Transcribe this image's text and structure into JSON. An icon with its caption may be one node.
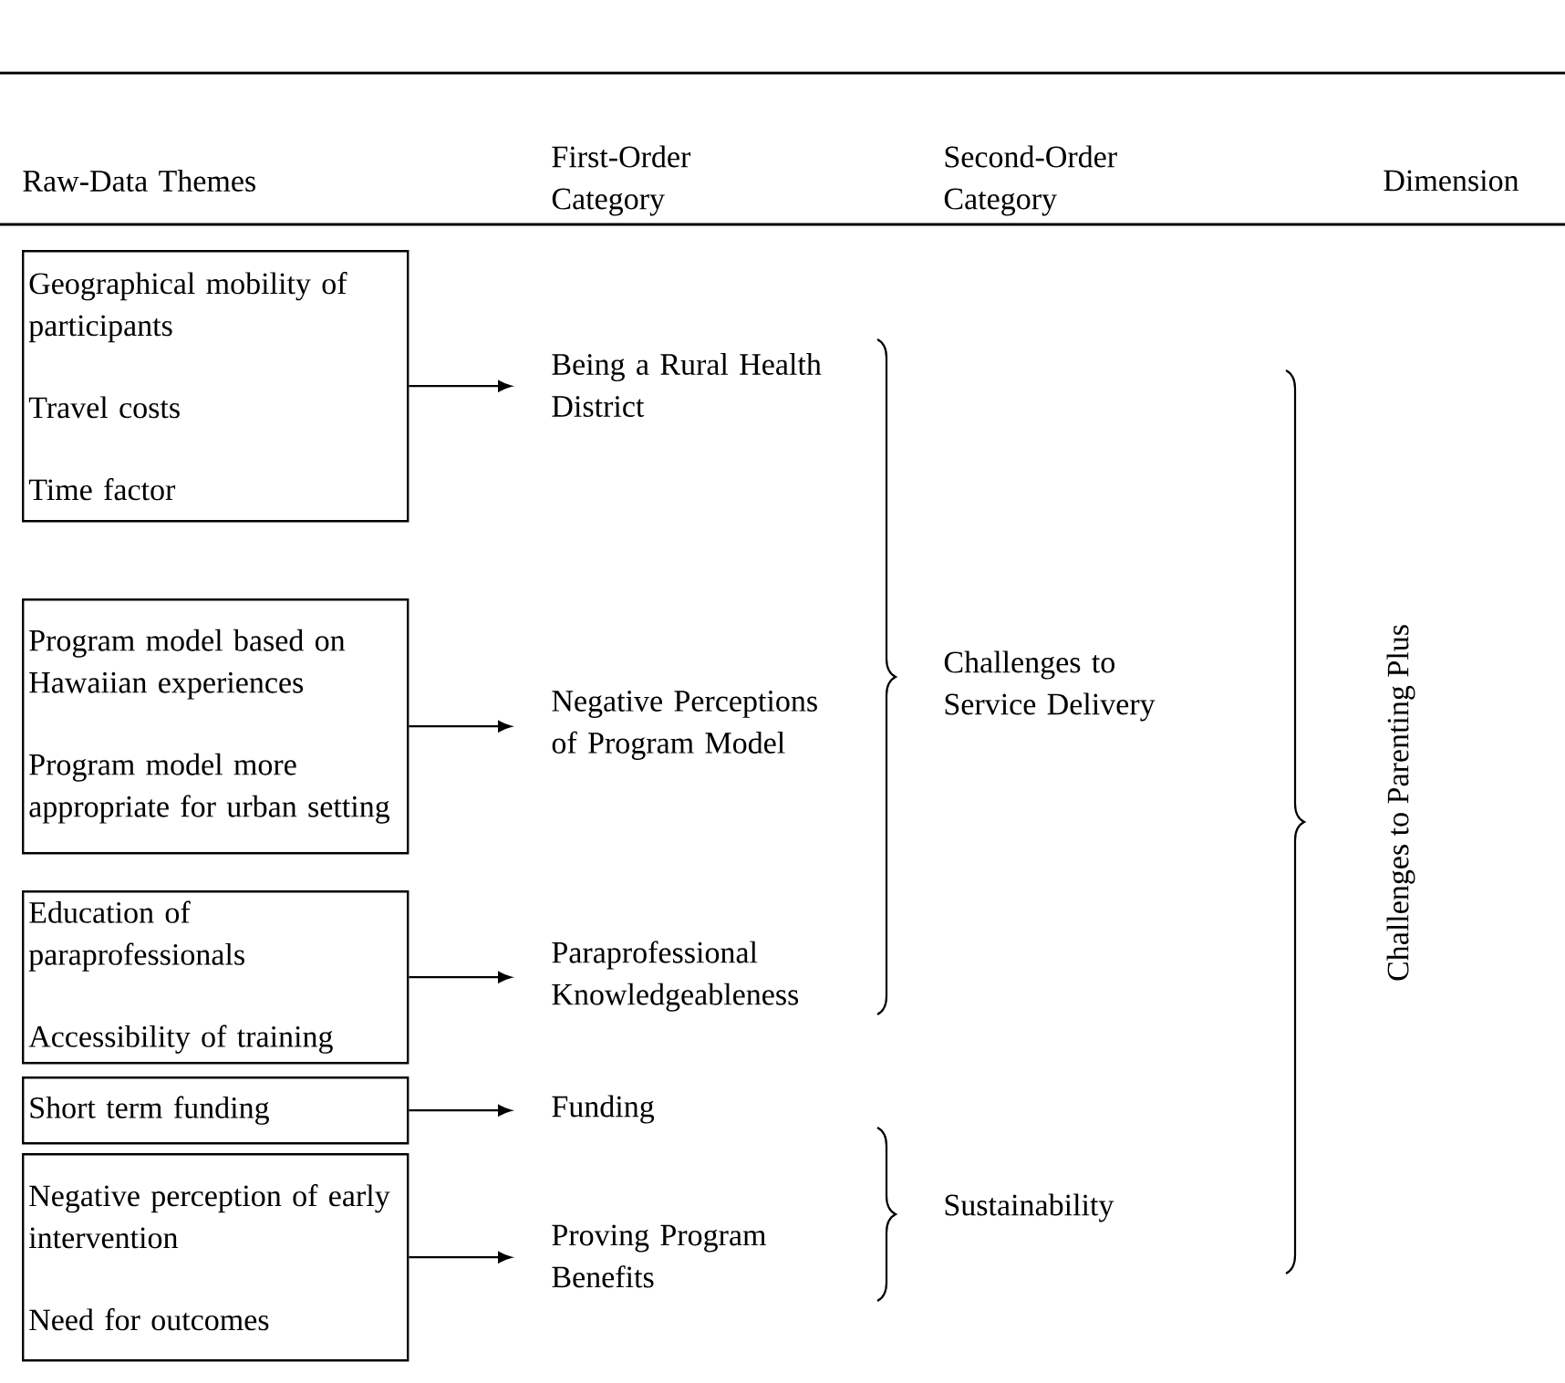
{
  "diagram": {
    "nodes": [
      {
        "text": [
          "Geographical mobility of participants",
          "Travel costs",
          "Time factor"
        ]
      },
      {
        "text": [
          "Being a Rural Health District"
        ]
      },
      {
        "text": [
          "Program model based on Hawaiian experiences",
          "Program model more appropriate for urban setting"
        ]
      },
      {
        "text": [
          "Negative Perceptions of Program Model"
        ]
      },
      {
        "text": [
          "Education of paraprofessionals",
          "Accessibility of training"
        ]
      },
      {
        "text": [
          "Paraprofessional Knowledgeableness"
        ]
      },
      {
        "text": [
          "Short term funding"
        ]
      },
      {
        "text": [
          "Funding"
        ]
      },
      {
        "text": [
          "Negative perception of early intervention",
          "Need for outcomes"
        ]
      },
      {
        "text": [
          "Proving Program Benefits"
        ]
      }
    ],
    "edges": [
      {
        "from": 0,
        "to": 1,
        "arrow": "to"
      },
      {
        "from": 2,
        "to": 3,
        "arrow": "to"
      },
      {
        "from": 4,
        "to": 5,
        "arrow": "to"
      },
      {
        "from": 6,
        "to": 7,
        "arrow": "to"
      },
      {
        "from": 8,
        "to": 9,
        "arrow": "to"
      }
    ],
    "labels": [
      "Raw-Data Themes",
      "First-Order Category",
      "Second-Order Category",
      "Dimension",
      "Challenges to Service Delivery",
      "Sustainability",
      "Challenges to Parenting Plus"
    ]
  }
}
